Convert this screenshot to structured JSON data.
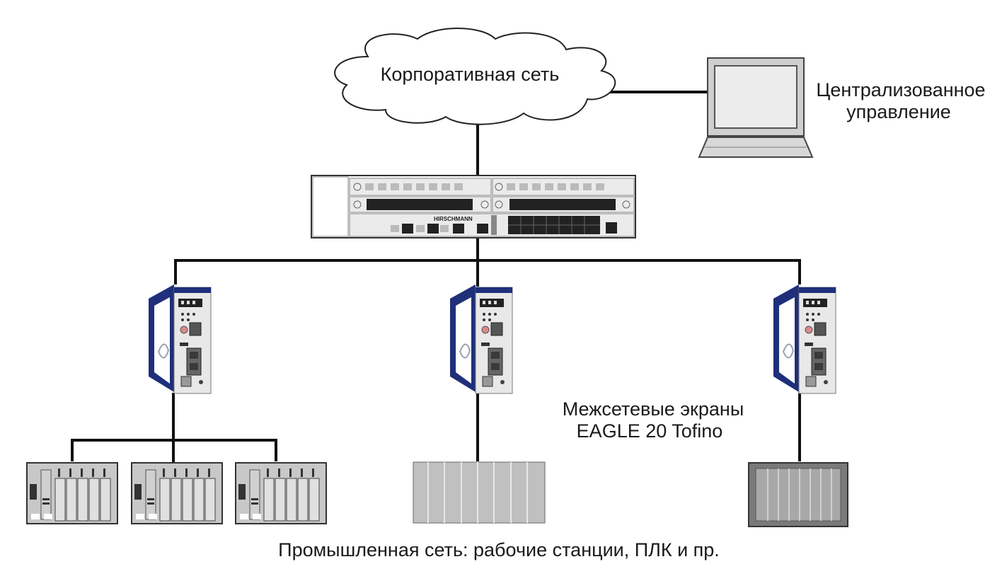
{
  "cloud": {
    "label": "Корпоративная сеть"
  },
  "management": {
    "line1": "Централизованное",
    "line2": "управление"
  },
  "switch": {
    "brand": "HIRSCHMANN"
  },
  "firewalls": {
    "line1": "Межсетевые экраны",
    "line2": "EAGLE 20 Tofino"
  },
  "industrial": {
    "label": "Промышленная сеть: рабочие станции, ПЛК и пр."
  },
  "colors": {
    "line": "#111111",
    "firewall_blue": "#1f2f7a",
    "device_gray": "#c8c8c8"
  }
}
